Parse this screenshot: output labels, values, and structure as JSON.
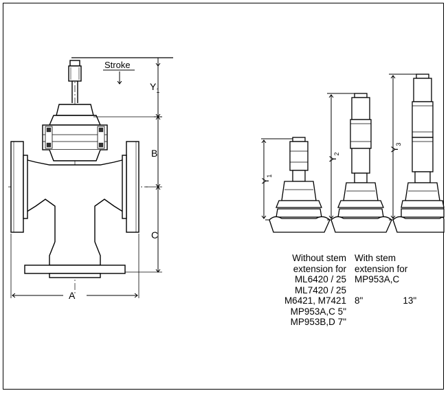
{
  "labels": {
    "stroke": "Stroke",
    "y1": "Y",
    "y1_sub": "1",
    "b": "B",
    "c": "C",
    "a": "A",
    "y1b": "Y",
    "y1b_sub": "1",
    "y2": "Y",
    "y2_sub": "2",
    "y3": "Y",
    "y3_sub": "3"
  },
  "table": {
    "without_header": [
      "Without stem",
      "extension for"
    ],
    "without_rows": [
      "ML6420 / 25",
      "ML7420 / 25",
      "M6421, M7421",
      "MP953A,C  5\"",
      "MP953B,D  7\""
    ],
    "with_header": [
      "With stem",
      "extension for",
      "MP953A,C"
    ],
    "ext_8": "8\"",
    "ext_13": "13\""
  }
}
